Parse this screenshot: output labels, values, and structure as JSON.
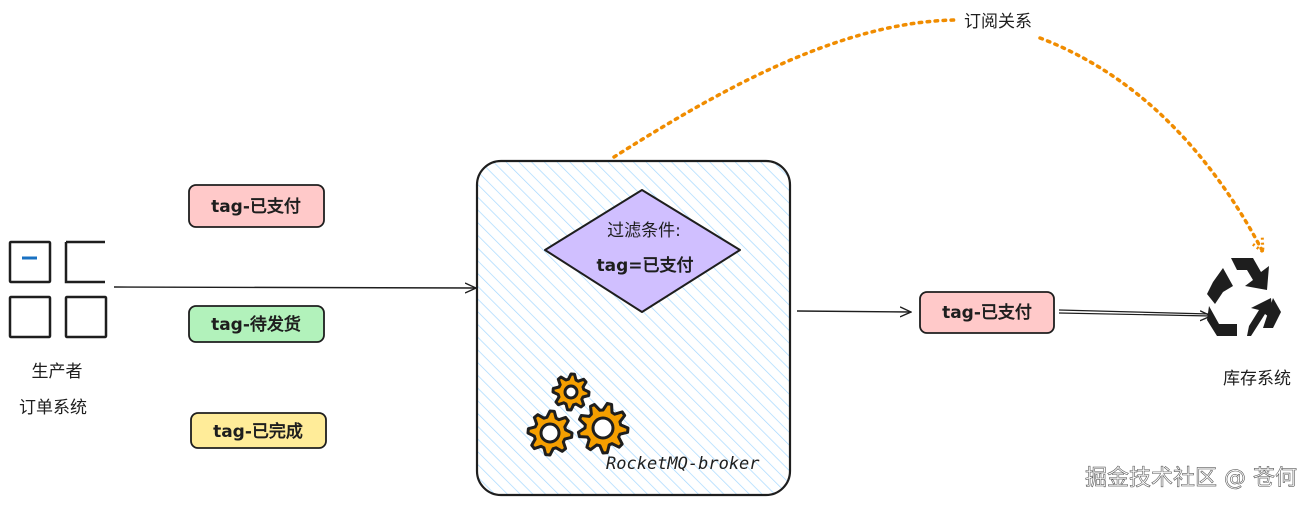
{
  "producer": {
    "label_line1": "生产者",
    "label_line2": "订单系统",
    "icon": "grid-app-icon"
  },
  "tags": [
    {
      "label": "tag-已支付",
      "color": "#ffc9c9"
    },
    {
      "label": "tag-待发货",
      "color": "#b2f2bb"
    },
    {
      "label": "tag-已完成",
      "color": "#ffec99"
    }
  ],
  "broker": {
    "label": "RocketMQ-broker",
    "fill_color": "#a5d8ff",
    "filter": {
      "title": "过滤条件:",
      "condition": "tag=已支付",
      "condition_color": "#e03131",
      "fill_color": "#d0bfff"
    },
    "icon": "gears-icon"
  },
  "output_tag": {
    "label": "tag-已支付",
    "color": "#ffc9c9"
  },
  "consumer": {
    "label": "库存系统",
    "icon": "recycle-icon"
  },
  "subscription": {
    "label": "订阅关系",
    "color": "#f08c00"
  },
  "watermark": "掘金技术社区 @ 苍何"
}
